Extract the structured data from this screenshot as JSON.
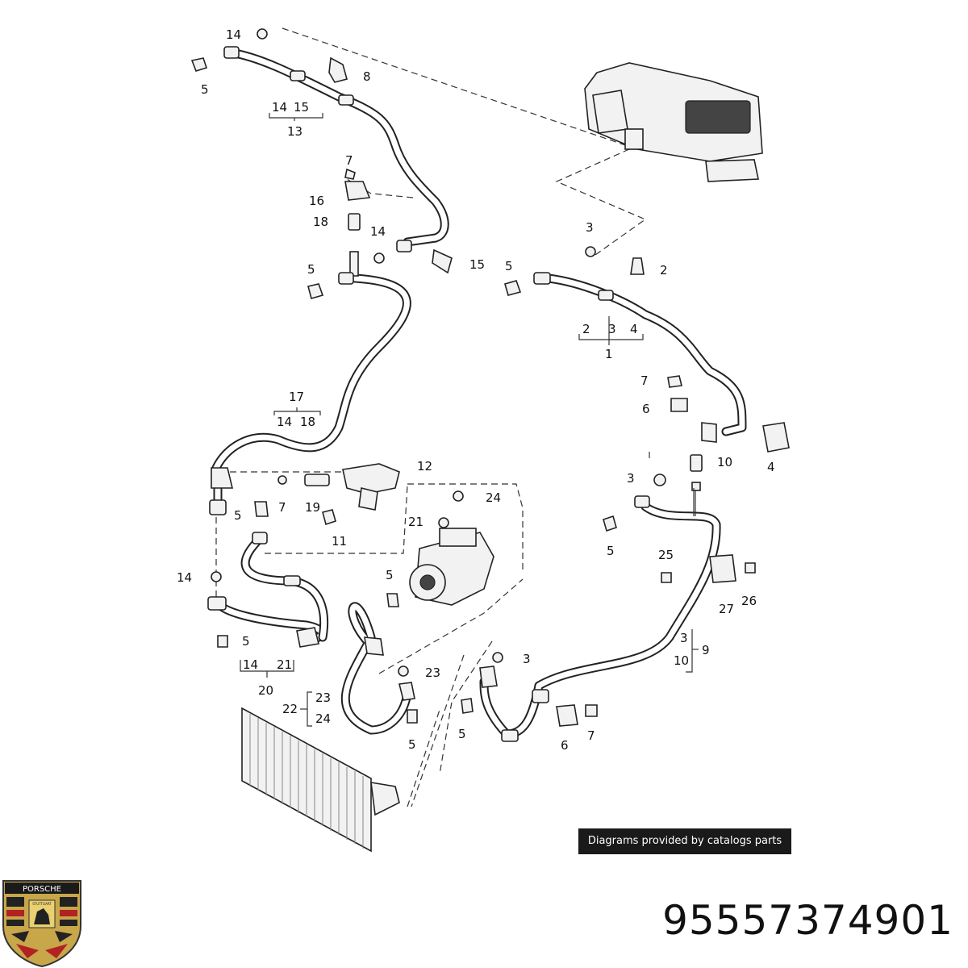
{
  "labels": [
    "14",
    "5",
    "8",
    "14",
    "15",
    "13",
    "7",
    "16",
    "18",
    "14",
    "15",
    "5",
    "3",
    "5",
    "2",
    "2",
    "3",
    "4",
    "1",
    "7",
    "6",
    "4",
    "17",
    "14",
    "18",
    "12",
    "5",
    "7",
    "19",
    "11",
    "3",
    "10",
    "24",
    "21",
    "5",
    "14",
    "5",
    "5",
    "25",
    "27",
    "26",
    "14",
    "21",
    "20",
    "23",
    "3",
    "9",
    "3",
    "10",
    "5",
    "23",
    "5",
    "22",
    "23",
    "24",
    "5",
    "6",
    "7"
  ],
  "footer": {
    "banner_text": "Diagrams provided by catalogs parts",
    "part_number": "95557374901",
    "brand_wordmark": "PORSCHE",
    "crest_city": "STUTTGART"
  }
}
